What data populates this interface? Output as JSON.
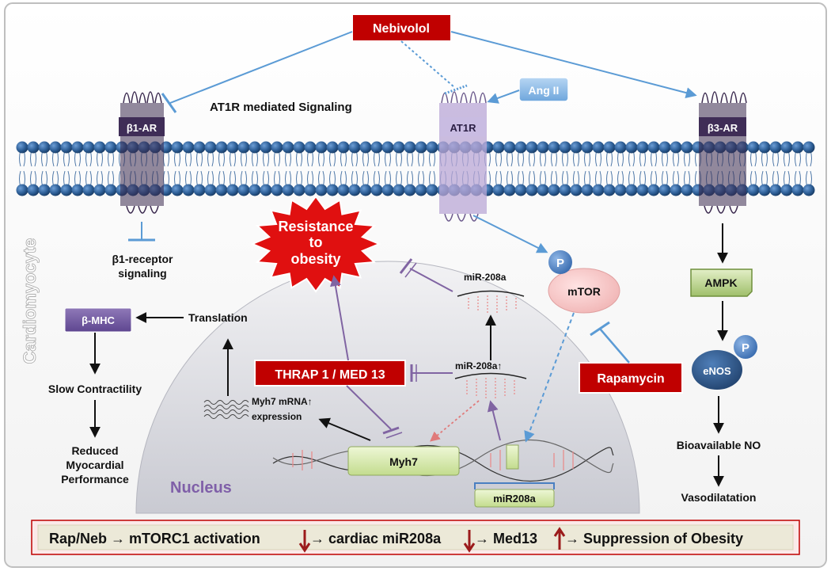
{
  "drug": {
    "label": "Nebivolol"
  },
  "receptors": {
    "b1": "β1-AR",
    "at1": "AT1R",
    "b3": "β3-AR"
  },
  "angII": {
    "label": "Ang II"
  },
  "at1r_signaling": {
    "label": "AT1R mediated Signaling"
  },
  "cell_label": {
    "label": "Cardiomyocyte"
  },
  "left_pathway": {
    "b1_signaling": "β1-receptor",
    "b1_signaling_2": "signaling",
    "bmhc": "β-MHC",
    "translation": "Translation",
    "slow_contractility": "Slow  Contractility",
    "reduced_1": "Reduced",
    "reduced_2": "Myocardial",
    "reduced_3": "Performance"
  },
  "resistance": {
    "line1": "Resistance",
    "line2": "to",
    "line3": "obesity"
  },
  "mirna": {
    "top": "miR-208a",
    "mid": "miR-208a↑",
    "gene": "miR208a"
  },
  "mtor": {
    "p": "P",
    "label": "mTOR"
  },
  "rapamycin": {
    "label": "Rapamycin"
  },
  "thrap": {
    "label": "THRAP 1 / MED 13"
  },
  "myh7": {
    "expr1": "Myh7 mRNA↑",
    "expr2": "expression",
    "gene": "Myh7"
  },
  "nucleus": {
    "label": "Nucleus"
  },
  "right_pathway": {
    "ampk": "AMPK",
    "enos": "eNOS",
    "enos_p": "P",
    "no": "Bioavailable NO",
    "vaso": "Vasodilatation"
  },
  "bottom_banner": {
    "part1": "Rap/Neb → mTORC1 activation",
    "part2": "→ cardiac miR208a",
    "part3": "→ Med13",
    "part4": "→ Suppression of Obesity"
  },
  "colors": {
    "membrane": "#1f4e79",
    "red_box": "#c00000",
    "purple": "#8064a2",
    "blue_arrow": "#5b9bd5",
    "banner_arrow": "#9b1b1b"
  }
}
